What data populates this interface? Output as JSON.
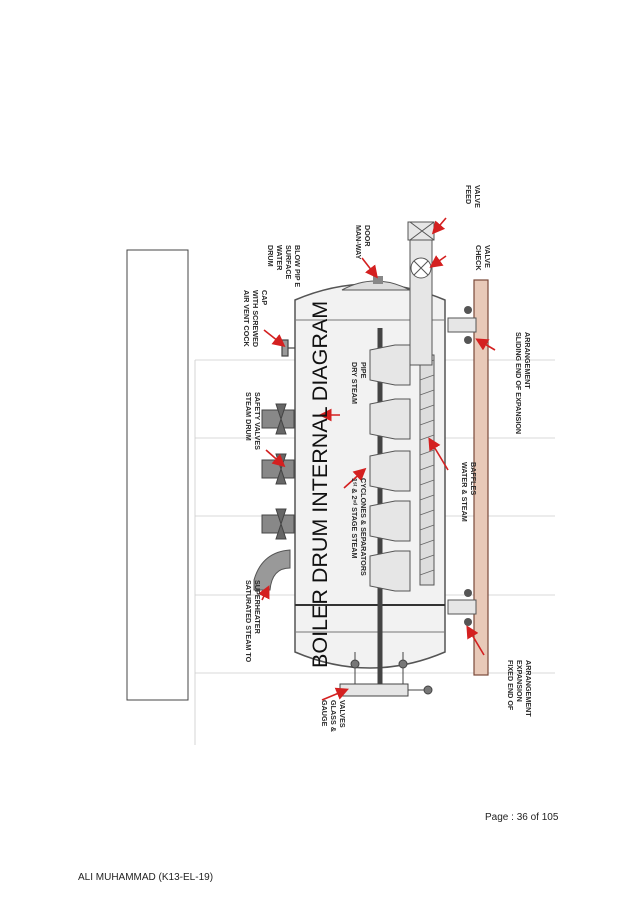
{
  "diagram": {
    "title": "BOILER DRUM INTERNAL DIAGRAM",
    "labels": {
      "drum_water_surface_blow_pipe": [
        "DRUM",
        "WATER",
        "SURFACE",
        "BLOW PIP E"
      ],
      "man_way_door": [
        "MAN-WAY",
        "DOOR"
      ],
      "feed_valve": [
        "FEED",
        "VALVE"
      ],
      "check_valve": [
        "CHECK",
        "VALVE"
      ],
      "air_vent_cock": [
        "AIR VENT COCK",
        "WITH SCREWED",
        "CAP"
      ],
      "dry_steam_pipe": [
        "DRY STEAM",
        "PIPE"
      ],
      "steam_drum_safety_valves": [
        "STEAM DRUM",
        "SAFETY VALVES"
      ],
      "sliding_end": [
        "SLIDING END OF EXPANSION",
        "ARRANGEMENT"
      ],
      "cyclones_separators": [
        "1ˢᵗ & 2ⁿᵈ STAGE STEAM",
        "CYCLONES & SEPARATORS"
      ],
      "water_steam_baffles": [
        "WATER & STEAM",
        "BAFFLES"
      ],
      "saturated_steam": [
        "SATURATED STEAM TO",
        "SUPERHEATER"
      ],
      "fixed_end": [
        "FIXED END OF",
        "EXPANSION",
        "ARRANGEMENT"
      ],
      "gauge_glass": [
        "GAUGE",
        "GLASS &",
        "VALVES"
      ]
    }
  },
  "footer": {
    "page_label": "Page : 36 of 105",
    "author": "ALI MUHAMMAD (K13-EL-19)"
  },
  "colors": {
    "drum_fill": "#f2f2f2",
    "drum_stroke": "#555555",
    "support_fill": "#e8c9b8",
    "support_stroke": "#7a4a3a",
    "arrow_red": "#d42020",
    "guide_line": "#cccccc"
  }
}
